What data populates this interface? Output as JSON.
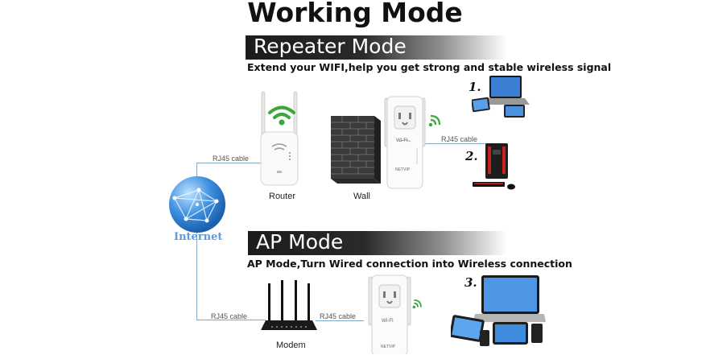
{
  "title": "Working Mode",
  "repeater": {
    "heading": "Repeater Mode",
    "subtitle": "Extend your WIFI,help you get strong and stable wireless signal",
    "router_label": "Router",
    "wall_label": "Wall",
    "cable_left": "RJ45 cable",
    "cable_right": "RJ45 cable",
    "step1": "1.",
    "step2": "2."
  },
  "ap": {
    "heading": "AP Mode",
    "subtitle": "AP Mode,Turn Wired connection into Wireless connection",
    "modem_label": "Modem",
    "cable_left": "RJ45 cable",
    "cable_right": "RJ45 cable",
    "step3": "3."
  },
  "internet_label": "Internet",
  "device_brand": "WI-FI",
  "device_mark": "NETVIP",
  "colors": {
    "wifi_green": "#3aa83a",
    "band_dark": "#1c1c1c",
    "cable_blue": "#7fa9c7",
    "globe_blue": "#2c7fd6"
  }
}
